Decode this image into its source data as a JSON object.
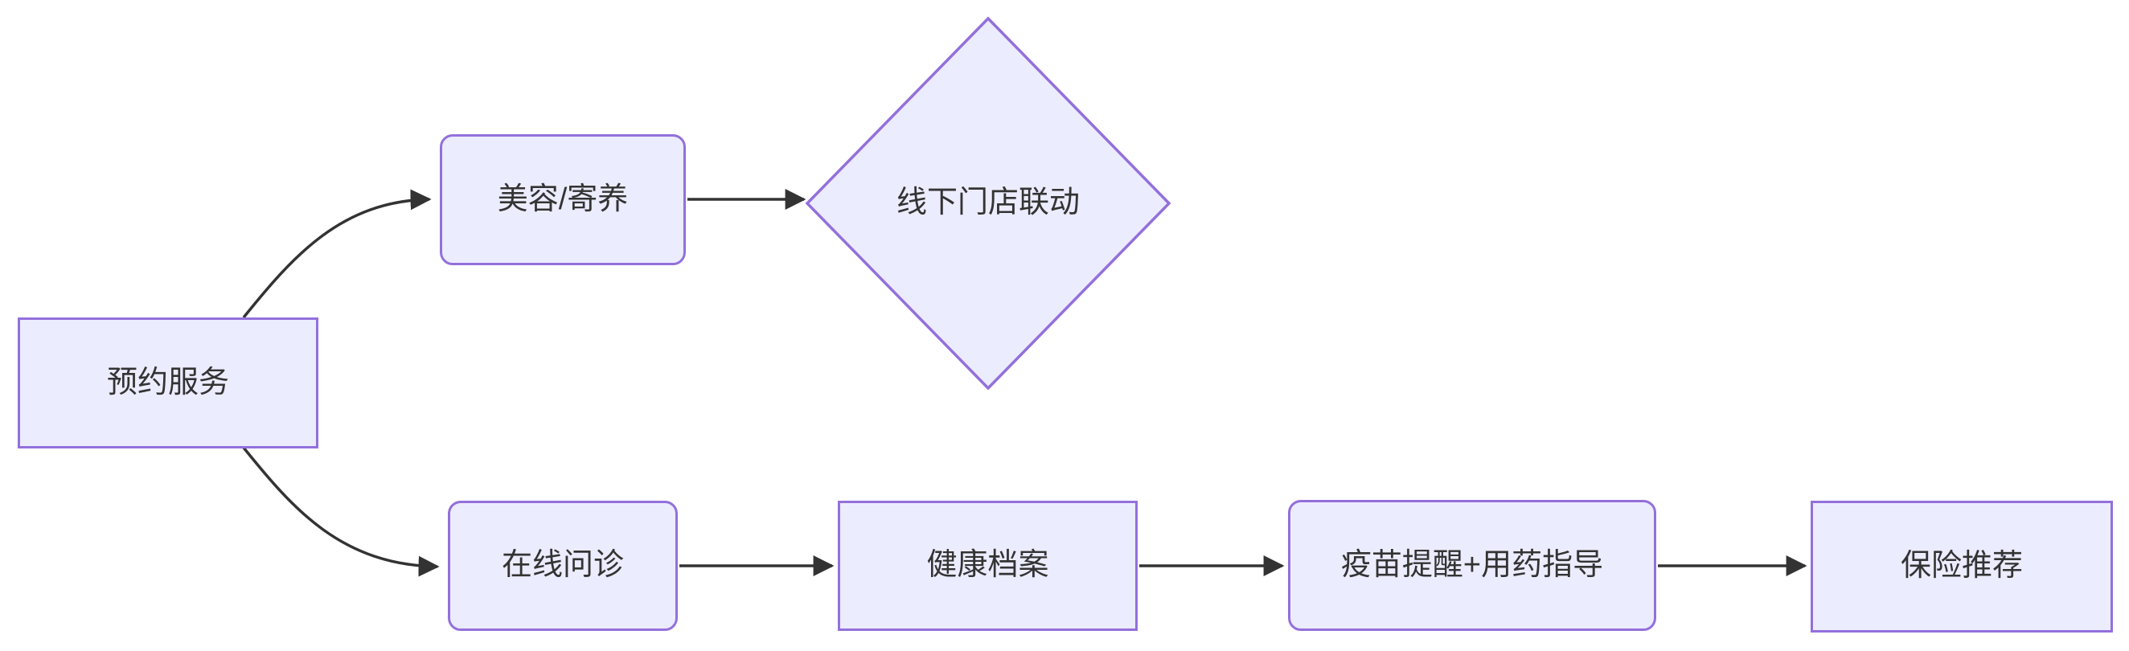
{
  "diagram": {
    "type": "flowchart",
    "direction": "left-to-right",
    "colors": {
      "background": "#ffffff",
      "node_fill": "#ECECFF",
      "node_border": "#9370DB",
      "edge_line": "#333333",
      "text": "#333333"
    },
    "nodes": [
      {
        "id": "booking",
        "label": "预约服务",
        "shape": "rect"
      },
      {
        "id": "grooming",
        "label": "美容/寄养",
        "shape": "rounded-rect"
      },
      {
        "id": "offline",
        "label": "线下门店联动",
        "shape": "diamond"
      },
      {
        "id": "consult",
        "label": "在线问诊",
        "shape": "rounded-rect"
      },
      {
        "id": "health",
        "label": "健康档案",
        "shape": "rect"
      },
      {
        "id": "vaccine",
        "label": "疫苗提醒+用药指导",
        "shape": "rounded-rect"
      },
      {
        "id": "insurance",
        "label": "保险推荐",
        "shape": "rect"
      }
    ],
    "edges": [
      {
        "from": "预约服务",
        "to": "美容/寄养",
        "style": "curved-arrow"
      },
      {
        "from": "预约服务",
        "to": "在线问诊",
        "style": "curved-arrow"
      },
      {
        "from": "美容/寄养",
        "to": "线下门店联动",
        "style": "straight-arrow"
      },
      {
        "from": "在线问诊",
        "to": "健康档案",
        "style": "straight-arrow"
      },
      {
        "from": "健康档案",
        "to": "疫苗提醒+用药指导",
        "style": "straight-arrow"
      },
      {
        "from": "疫苗提醒+用药指导",
        "to": "保险推荐",
        "style": "straight-arrow"
      }
    ]
  }
}
